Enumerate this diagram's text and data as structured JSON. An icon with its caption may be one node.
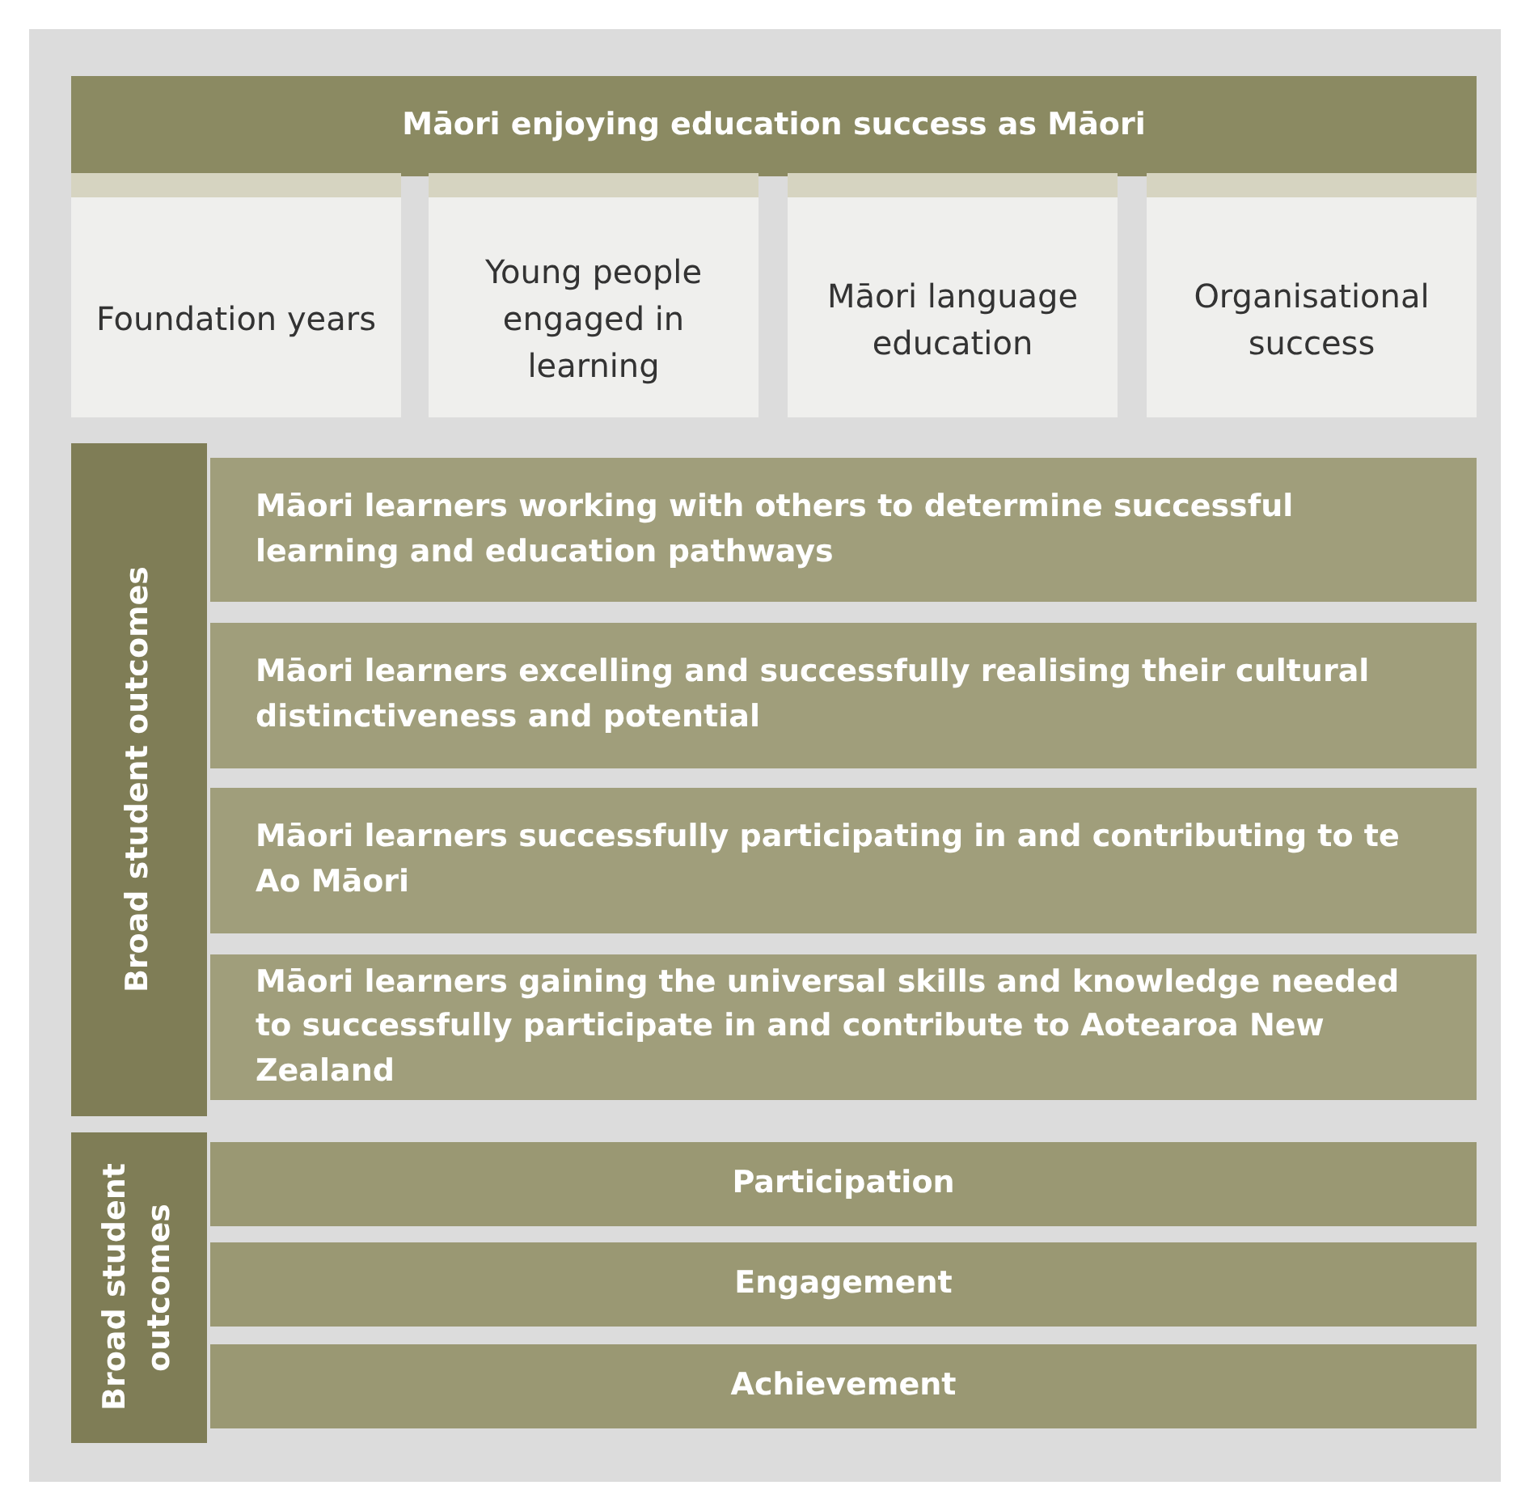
{
  "diagram": {
    "nodes": [
      {
        "text": [
          "Māori enjoying education success as Māori"
        ]
      },
      {
        "text": [
          "Foundation years"
        ]
      },
      {
        "text": [
          "Young people engaged in learning"
        ]
      },
      {
        "text": [
          "Māori language education"
        ]
      },
      {
        "text": [
          "Organisational success"
        ]
      },
      {
        "text": [
          "Broad student outcomes"
        ]
      },
      {
        "text": [
          "Māori learners working with others to determine successful learning and education pathways"
        ]
      },
      {
        "text": [
          "Māori learners excelling and successfully realising their cultural distinctiveness and potential"
        ]
      },
      {
        "text": [
          "Māori learners successfully participating in and contributing to te Ao Māori"
        ]
      },
      {
        "text": [
          "Māori learners gaining the universal skills and knowledge needed to successfully participate in and contribute to Aotearoa New Zealand"
        ]
      },
      {
        "text": [
          "Broad student outcomes"
        ]
      },
      {
        "text": [
          "Participation"
        ]
      },
      {
        "text": [
          "Engagement"
        ]
      },
      {
        "text": [
          "Achievement"
        ]
      }
    ],
    "edges": []
  }
}
